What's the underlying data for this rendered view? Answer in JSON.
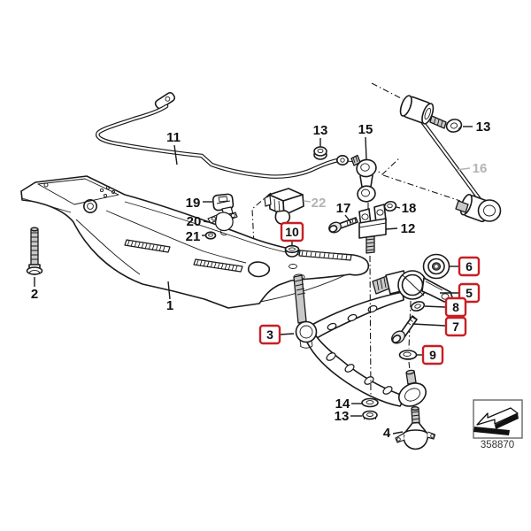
{
  "diagram": {
    "kind": "exploded parts diagram",
    "background": "#ffffff",
    "line_color": "#1a1a1a",
    "highlight_color": "#c81e23",
    "muted_color": "#b3b3b3"
  },
  "callouts": {
    "plain": [
      {
        "label": "1"
      },
      {
        "label": "2"
      },
      {
        "label": "4"
      },
      {
        "label": "11"
      },
      {
        "label": "12"
      },
      {
        "label": "13"
      },
      {
        "label": "13"
      },
      {
        "label": "13"
      },
      {
        "label": "14"
      },
      {
        "label": "15"
      },
      {
        "label": "17"
      },
      {
        "label": "18"
      },
      {
        "label": "19"
      },
      {
        "label": "20"
      },
      {
        "label": "21"
      }
    ],
    "muted": [
      {
        "label": "16"
      },
      {
        "label": "22"
      }
    ],
    "highlighted": [
      {
        "label": "3"
      },
      {
        "label": "5"
      },
      {
        "label": "6"
      },
      {
        "label": "7"
      },
      {
        "label": "8"
      },
      {
        "label": "9"
      },
      {
        "label": "10"
      }
    ]
  },
  "legend": {
    "drawing_number": "358870"
  }
}
